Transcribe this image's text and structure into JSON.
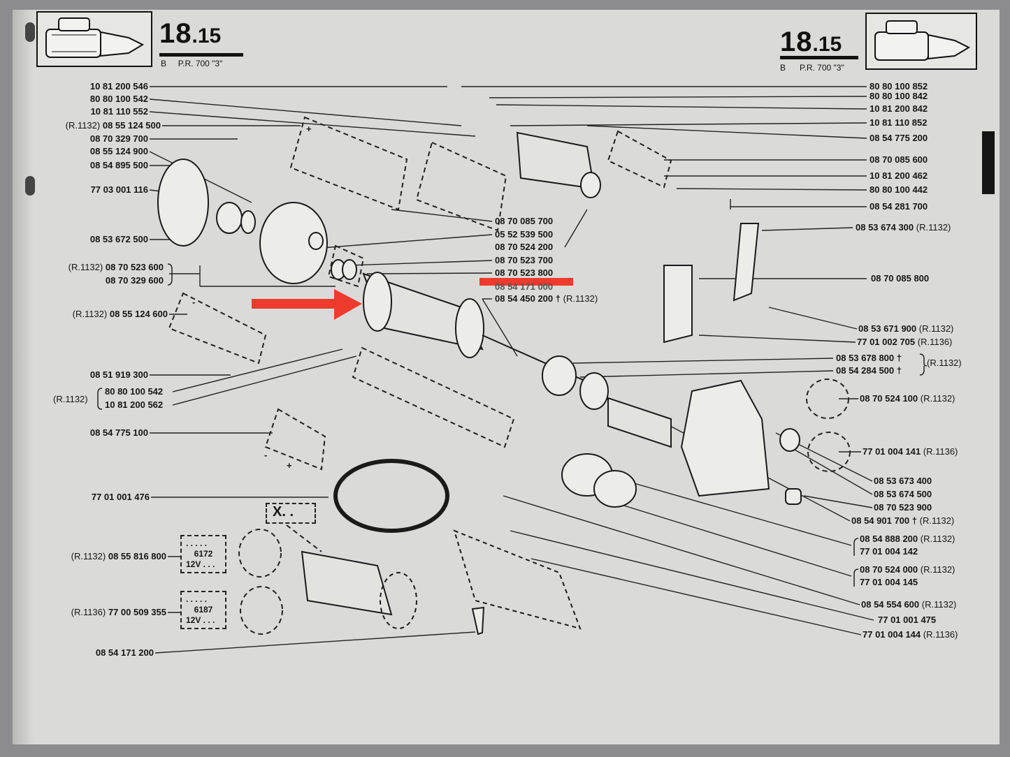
{
  "header_left": {
    "section_big": "18",
    "section_small": ".15",
    "sub_letter": "B",
    "sub_text": "P.R. 700 \"3\""
  },
  "header_right": {
    "section_big": "18",
    "section_small": ".15",
    "sub_letter": "B",
    "sub_text": "P.R. 700 \"3\""
  },
  "left_labels": [
    {
      "text": "10 81 200 546"
    },
    {
      "text": "80 80 100 542"
    },
    {
      "text": "10 81 110 552"
    },
    {
      "ref": "(R.1132)",
      "text": "08 55 124 500"
    },
    {
      "text": "08 70 329 700"
    },
    {
      "text": "08 55 124 900"
    },
    {
      "text": "08 54 895 500"
    },
    {
      "text": "77 03 001 116"
    },
    {
      "text": "08 53 672 500"
    },
    {
      "ref": "(R.1132)",
      "text": "08 70 523 600"
    },
    {
      "text": "08 70 329 600"
    },
    {
      "ref": "(R.1132)",
      "text": "08 55 124 600"
    },
    {
      "text": "08 51 919 300"
    },
    {
      "text": "80 80 100 542"
    },
    {
      "text": "10 81 200 562"
    },
    {
      "text": "08 54 775 100"
    },
    {
      "text": "77 01 001 476"
    },
    {
      "ref": "(R.1132)",
      "text": "08 55 816 800"
    },
    {
      "ref": "(R.1136)",
      "text": "77 00 509 355"
    },
    {
      "text": "08 54 171 200"
    }
  ],
  "bracket_ref_left": "(R.1132)",
  "center_labels": [
    {
      "text": "08 70 085 700"
    },
    {
      "text": "05 52 539 500"
    },
    {
      "text": "08 70 524 200"
    },
    {
      "text": "08 70 523 700"
    },
    {
      "text": "08 70 523 800"
    },
    {
      "text": "08 54 171 000"
    },
    {
      "text": "08 54 450 200 †",
      "ref": "(R.1132)"
    }
  ],
  "right_labels": [
    {
      "text": "80 80 100 852"
    },
    {
      "text": "80 80 100 842"
    },
    {
      "text": "10 81 200 842"
    },
    {
      "text": "10 81 110 852"
    },
    {
      "text": "08 54 775 200"
    },
    {
      "text": "08 70 085 600"
    },
    {
      "text": "10 81 200 462"
    },
    {
      "text": "80 80 100 442"
    },
    {
      "text": "08 54 281 700"
    },
    {
      "text": "08 53 674 300",
      "ref": "(R.1132)"
    },
    {
      "text": "08 70 085 800"
    },
    {
      "text": "08 53 671 900",
      "ref": "(R.1132)"
    },
    {
      "text": "77 01 002 705",
      "ref": "(R.1136)"
    },
    {
      "text": "08 53 678 800 †"
    },
    {
      "text": "08 54 284 500 †"
    },
    {
      "text": "08 70 524 100",
      "ref": "(R.1132)"
    },
    {
      "text": "77 01 004 141",
      "ref": "(R.1136)"
    },
    {
      "text": "08 53 673 400"
    },
    {
      "text": "08 53 674 500"
    },
    {
      "text": "08 70 523 900"
    },
    {
      "text": "08 54 901 700 †",
      "ref": "(R.1132)"
    },
    {
      "text": "08 54 888 200",
      "ref": "(R.1132)"
    },
    {
      "text": "77 01 004 142"
    },
    {
      "text": "08 70 524 000",
      "ref": "(R.1132)"
    },
    {
      "text": "77 01 004 145"
    },
    {
      "text": "08 54 554 600",
      "ref": "(R.1132)"
    },
    {
      "text": "77 01 001 475"
    },
    {
      "text": "77 01 004 144",
      "ref": "(R.1136)"
    }
  ],
  "bracket_ref_right": "(R.1132)",
  "variant_boxes": [
    {
      "line1": ". . . . .",
      "line2": "6172",
      "line3": "12V . . ."
    },
    {
      "line1": ". . . . .",
      "line2": "6187",
      "line3": "12V . . ."
    }
  ],
  "x_box": "X. .",
  "terminal_minus_a": "-",
  "terminal_plus_a": "+",
  "terminal_minus_b": "-",
  "terminal_plus_b": "+",
  "colors": {
    "annotation": "#ee3b2e",
    "page": "#dadbd8",
    "ink": "#151515"
  }
}
